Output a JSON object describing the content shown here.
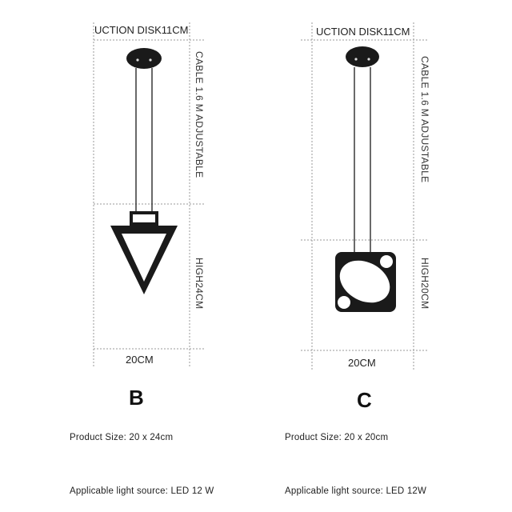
{
  "panel_b": {
    "top_label": "UCTION DISK11CM",
    "cable_label": "CABLE 1.6 M ADJUSTABLE",
    "height_label": "HIGH24CM",
    "width_label": "20CM",
    "variant_letter": "B",
    "product_size": "Product Size: 20 x 24cm",
    "light_source": "Applicable light source: LED 12 W"
  },
  "panel_c": {
    "top_label": "UCTION DISK11CM",
    "cable_label": "CABLE 1.6 M ADJUSTABLE",
    "height_label": "HIGH20CM",
    "width_label": "20CM",
    "variant_letter": "C",
    "product_size": "Product Size: 20 x 20cm",
    "light_source": "Applicable light source: LED  12W"
  },
  "colors": {
    "lamp_body": "#1a1a1a",
    "lamp_diffuser": "#ffffff",
    "dotted_line": "#9a9a9a"
  }
}
